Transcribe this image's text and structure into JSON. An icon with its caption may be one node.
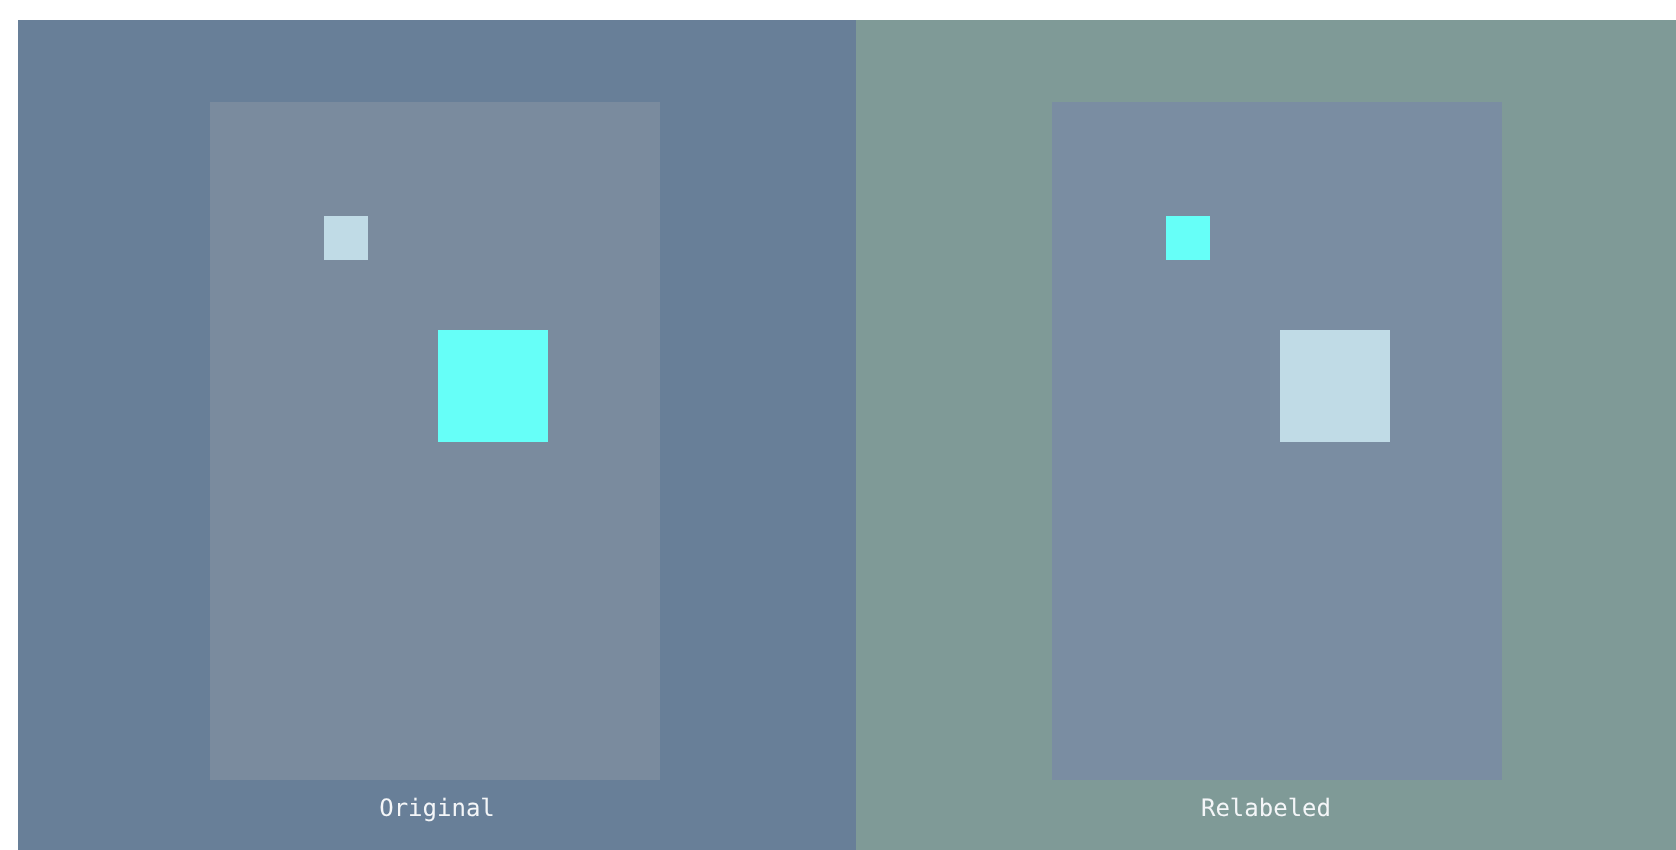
{
  "diagram": {
    "nodes": [
      {
        "text": [
          "Original"
        ]
      },
      {
        "text": [],
        "shape": "box",
        "in": 0
      },
      {
        "text": [],
        "shape": "box",
        "in": 1
      },
      {
        "text": [],
        "shape": "box",
        "in": 1
      },
      {
        "text": [
          "Relabeled"
        ]
      },
      {
        "text": [],
        "shape": "box",
        "in": 4
      },
      {
        "text": [],
        "shape": "box",
        "in": 5
      },
      {
        "text": [],
        "shape": "box",
        "in": 5
      }
    ]
  }
}
